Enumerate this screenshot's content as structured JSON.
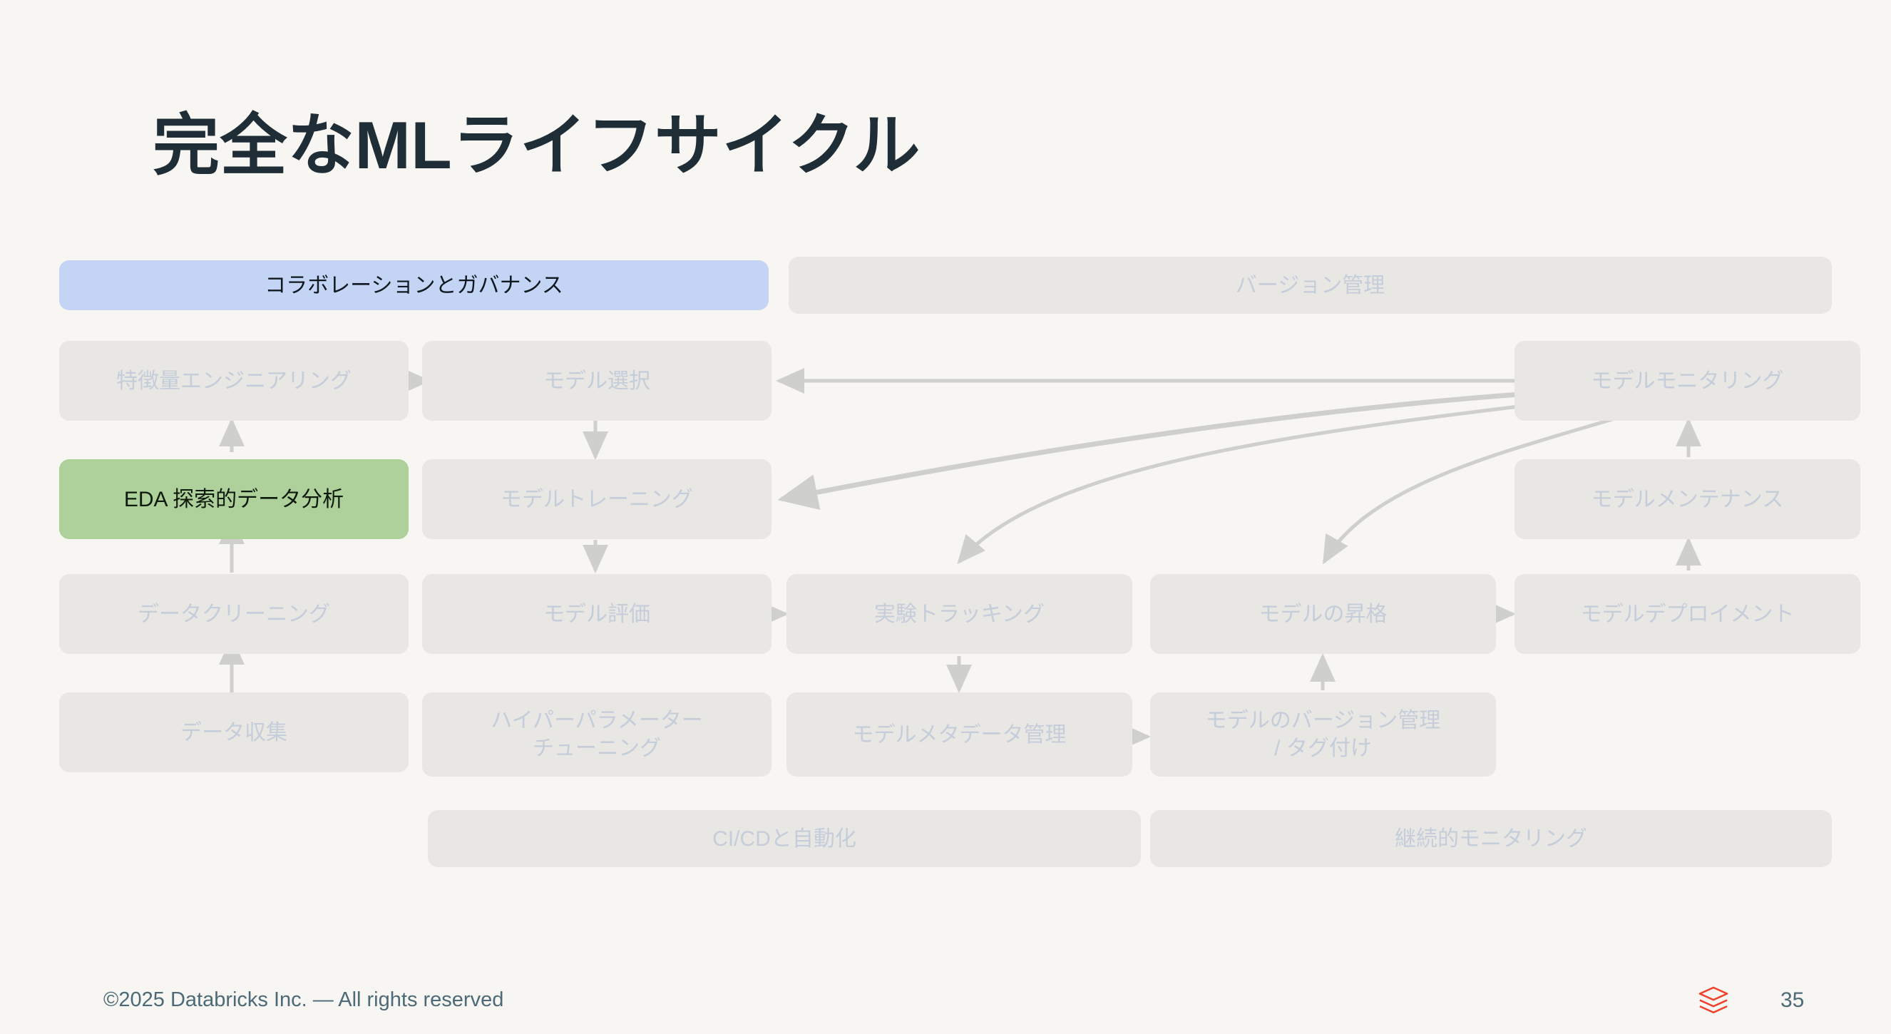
{
  "slide": {
    "title": "完全なMLライフサイクル",
    "page_number": "35",
    "footer": "©2025 Databricks Inc. — All rights reserved",
    "logo_icon": "databricks-logo-icon",
    "colors": {
      "background": "#f7f6f2",
      "node_gray_bg": "#e8e7e3",
      "node_gray_text": "#c4cdd9",
      "node_blue_bg": "#c3d4f5",
      "node_green_bg": "#aed09a",
      "title_text": "#1f2d36",
      "footer_text": "#4c6a77",
      "arrow": "#cfcfcb",
      "logo_red": "#f0402b"
    }
  },
  "diagram": {
    "type": "flow-diagram",
    "banners": [
      {
        "id": "collab",
        "label": "コラボレーションとガバナンス",
        "style": "blue"
      },
      {
        "id": "versioning",
        "label": "バージョン管理",
        "style": "gray"
      },
      {
        "id": "cicd",
        "label": "CI/CDと自動化",
        "style": "gray"
      },
      {
        "id": "continuous-monitoring",
        "label": "継続的モニタリング",
        "style": "gray"
      }
    ],
    "nodes": [
      {
        "id": "feature-engineering",
        "label": "特徴量エンジニアリング",
        "style": "gray"
      },
      {
        "id": "model-selection",
        "label": "モデル選択",
        "style": "gray"
      },
      {
        "id": "model-monitoring",
        "label": "モデルモニタリング",
        "style": "gray"
      },
      {
        "id": "eda",
        "label": "EDA  探索的データ分析",
        "style": "green"
      },
      {
        "id": "model-training",
        "label": "モデルトレーニング",
        "style": "gray"
      },
      {
        "id": "model-maintenance",
        "label": "モデルメンテナンス",
        "style": "gray"
      },
      {
        "id": "data-cleaning",
        "label": "データクリーニング",
        "style": "gray"
      },
      {
        "id": "model-evaluation",
        "label": "モデル評価",
        "style": "gray"
      },
      {
        "id": "experiment-tracking",
        "label": "実験トラッキング",
        "style": "gray"
      },
      {
        "id": "model-promotion",
        "label": "モデルの昇格",
        "style": "gray"
      },
      {
        "id": "model-deployment",
        "label": "モデルデプロイメント",
        "style": "gray"
      },
      {
        "id": "data-collection",
        "label": "データ収集",
        "style": "gray"
      },
      {
        "id": "hyperparameter-tuning",
        "label": "ハイパーパラメーター\nチューニング",
        "style": "gray"
      },
      {
        "id": "model-metadata",
        "label": "モデルメタデータ管理",
        "style": "gray"
      },
      {
        "id": "model-versioning-tag",
        "label": "モデルのバージョン管理\n/  タグ付け",
        "style": "gray"
      }
    ],
    "edges": [
      {
        "from": "data-collection",
        "to": "data-cleaning",
        "kind": "straight-up"
      },
      {
        "from": "data-cleaning",
        "to": "eda",
        "kind": "straight-up"
      },
      {
        "from": "eda",
        "to": "feature-engineering",
        "kind": "straight-up"
      },
      {
        "from": "feature-engineering",
        "to": "model-selection",
        "kind": "straight-right"
      },
      {
        "from": "model-selection",
        "to": "model-training",
        "kind": "straight-down"
      },
      {
        "from": "model-training",
        "to": "model-evaluation",
        "kind": "straight-down"
      },
      {
        "from": "model-evaluation",
        "to": "experiment-tracking",
        "kind": "straight-right"
      },
      {
        "from": "experiment-tracking",
        "to": "model-metadata",
        "kind": "straight-down"
      },
      {
        "from": "model-metadata",
        "to": "model-versioning-tag",
        "kind": "straight-right"
      },
      {
        "from": "model-versioning-tag",
        "to": "model-promotion",
        "kind": "straight-up"
      },
      {
        "from": "model-promotion",
        "to": "model-deployment",
        "kind": "straight-right"
      },
      {
        "from": "model-deployment",
        "to": "model-maintenance",
        "kind": "straight-up"
      },
      {
        "from": "model-maintenance",
        "to": "model-monitoring",
        "kind": "straight-up"
      },
      {
        "from": "model-monitoring",
        "to": "model-selection",
        "kind": "feedback-straight"
      },
      {
        "from": "model-monitoring",
        "to": "model-training",
        "kind": "feedback-curve"
      },
      {
        "from": "model-monitoring",
        "to": "experiment-tracking",
        "kind": "feedback-curve"
      },
      {
        "from": "model-monitoring",
        "to": "model-promotion",
        "kind": "feedback-curve"
      }
    ]
  }
}
